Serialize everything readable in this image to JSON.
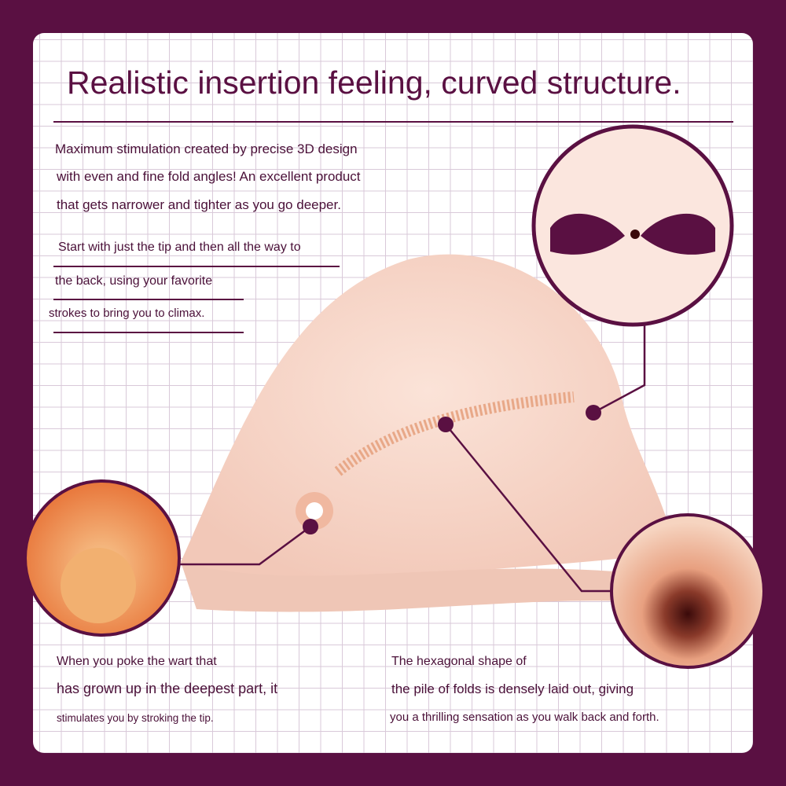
{
  "title": "Realistic insertion feeling, curved structure.",
  "intro": [
    "Maximum stimulation created by precise 3D design",
    "with even and fine fold angles! An excellent product",
    "that gets narrower and tighter as you go deeper."
  ],
  "usage": [
    "Start with just the tip and then all the way to",
    "the back, using your favorite",
    "strokes to bring you to climax."
  ],
  "feature_left": [
    "When you poke the wart that",
    "has grown up in the deepest part, it",
    "stimulates you by stroking the tip."
  ],
  "feature_right": [
    "The hexagonal shape of",
    "the pile of folds is densely laid out, giving",
    "you a thrilling sensation as you walk back and forth."
  ],
  "colors": {
    "frame": "#5a1042",
    "grid": "#d9c9d9",
    "product": "#f7d6c8",
    "accent": "#e8905a"
  }
}
